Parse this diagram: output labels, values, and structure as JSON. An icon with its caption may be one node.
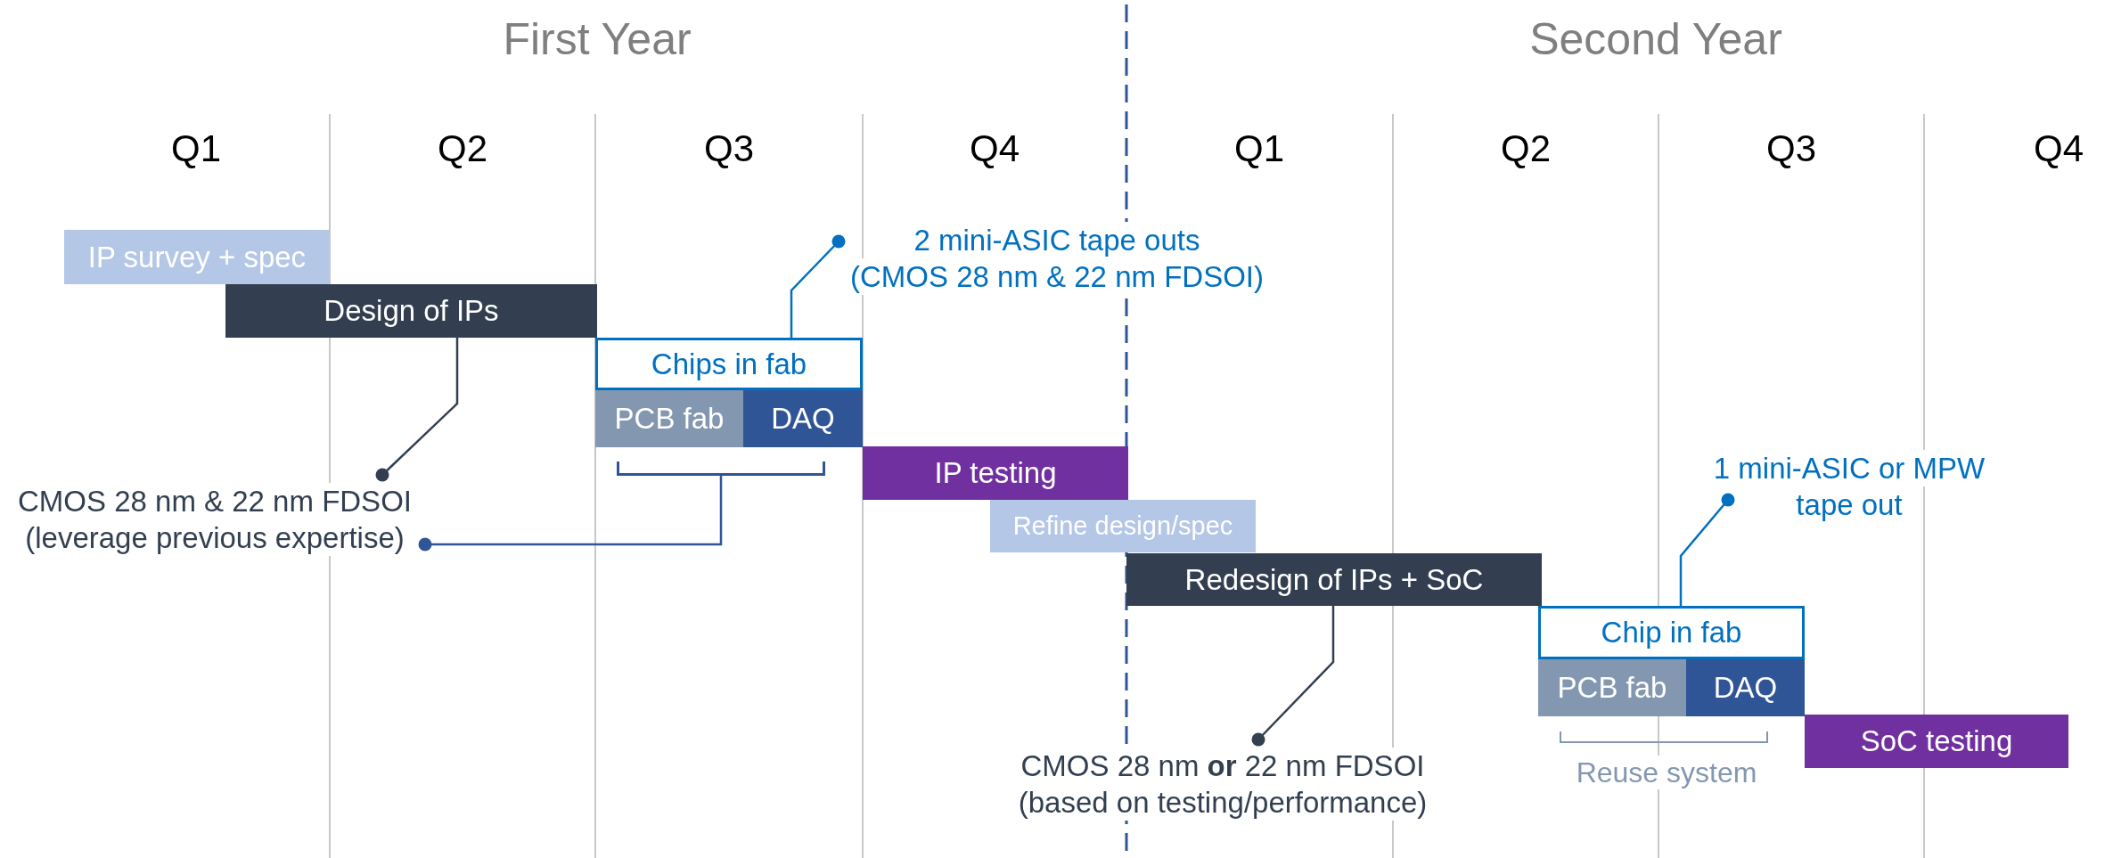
{
  "diagram": {
    "nodes": [
      {
        "text": [
          "IP survey + spec"
        ]
      },
      {
        "text": [
          "Design of IPs"
        ]
      },
      {
        "text": [
          "Chips in fab"
        ]
      },
      {
        "text": [
          "PCB fab"
        ]
      },
      {
        "text": [
          "DAQ"
        ]
      },
      {
        "text": [],
        "shape": "bracket"
      },
      {
        "text": [
          "CMOS 28 nm & 22 nm FDSOI",
          "(leverage previous expertise)"
        ]
      },
      {
        "text": [
          "2 mini-ASIC tape outs",
          "(CMOS 28 nm & 22 nm FDSOI)"
        ]
      },
      {
        "text": [
          "IP testing"
        ]
      },
      {
        "text": [
          "Refine design/spec"
        ]
      },
      {
        "text": [
          "Redesign of IPs + SoC"
        ]
      },
      {
        "text": [
          "CMOS 28 nm **or** 22 nm FDSOI",
          "(based on testing/performance)"
        ]
      },
      {
        "text": [
          "Chip in fab"
        ]
      },
      {
        "text": [
          "1 mini-ASIC or MPW",
          "tape out"
        ]
      },
      {
        "text": [
          "PCB fab"
        ]
      },
      {
        "text": [
          "DAQ"
        ]
      },
      {
        "text": [
          "SoC testing"
        ]
      }
    ],
    "edges": [
      {
        "from": 1,
        "to": 6,
        "arrow": "other",
        "color": "#333f50"
      },
      {
        "from": 5,
        "to": 6,
        "arrow": "other",
        "color": "#2f5597"
      },
      {
        "from": 2,
        "to": 7,
        "arrow": "other",
        "color": "#0070c0"
      },
      {
        "from": 10,
        "to": 11,
        "arrow": "other",
        "color": "#333f50"
      },
      {
        "from": 12,
        "to": 13,
        "arrow": "other",
        "color": "#0070c0"
      }
    ],
    "labels": [
      "First Year",
      "Second Year",
      "Q1",
      "Q2",
      "Q3",
      "Q4",
      "Q1",
      "Q2",
      "Q3",
      "Q4",
      "Reuse system"
    ]
  }
}
